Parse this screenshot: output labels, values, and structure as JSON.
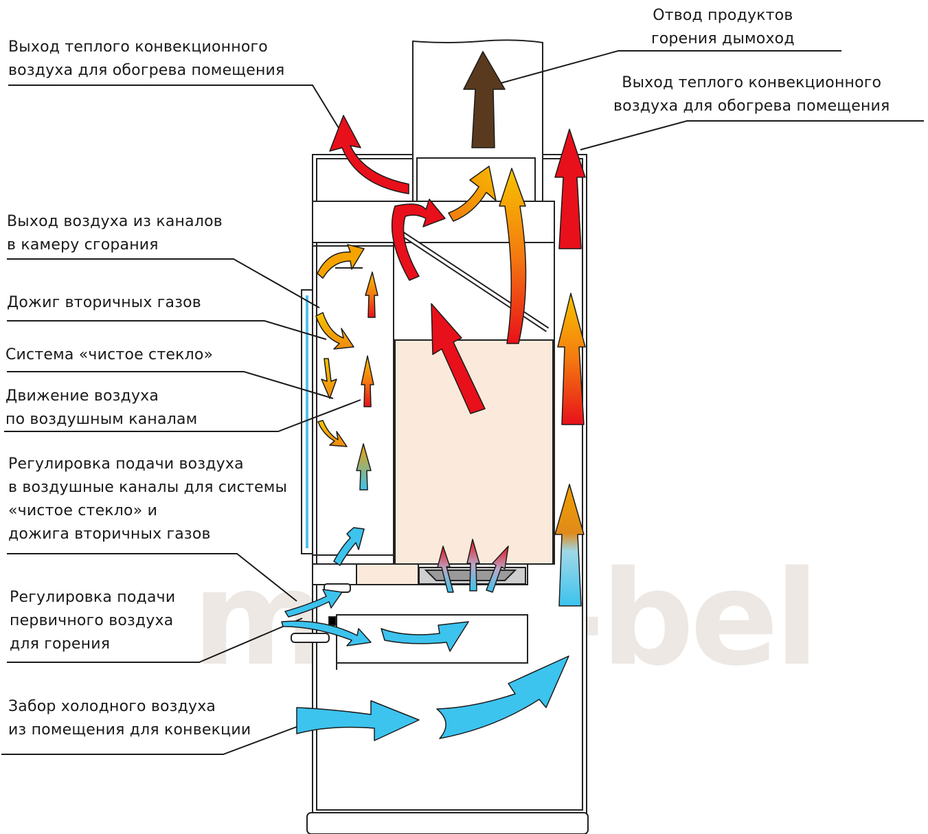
{
  "watermark": {
    "text": "meta-bel"
  },
  "labels": {
    "chimney": [
      "Отвод продуктов",
      "горения дымоход"
    ],
    "warm_air_left": [
      "Выход теплого конвекционного",
      "воздуха для обогрева помещения"
    ],
    "warm_air_right": [
      "Выход теплого конвекционного",
      "воздуха для обогрева помещения"
    ],
    "air_exit_channels": [
      "Выход воздуха из каналов",
      "в камеру сгорания"
    ],
    "afterburn": [
      "Дожиг вторичных газов"
    ],
    "clean_glass": [
      "Система «чистое стекло»"
    ],
    "air_movement": [
      "Движение воздуха",
      "по воздушным каналам"
    ],
    "channel_regulation": [
      "Регулировка подачи воздуха",
      "в воздушные каналы для системы",
      "«чистое стекло» и",
      "дожига вторичных газов"
    ],
    "primary_regulation": [
      "Регулировка подачи",
      "первичного воздуха",
      "для горения"
    ],
    "cold_air_intake": [
      "Забор холодного воздуха",
      "из помещения для конвекции"
    ]
  },
  "colors": {
    "hot": "#e8101a",
    "warm": "#f5a300",
    "cold": "#3cc3ee",
    "smoke": "#5a3a1e",
    "chamber": "#fbeadb",
    "watermark": "#ede8e3"
  }
}
